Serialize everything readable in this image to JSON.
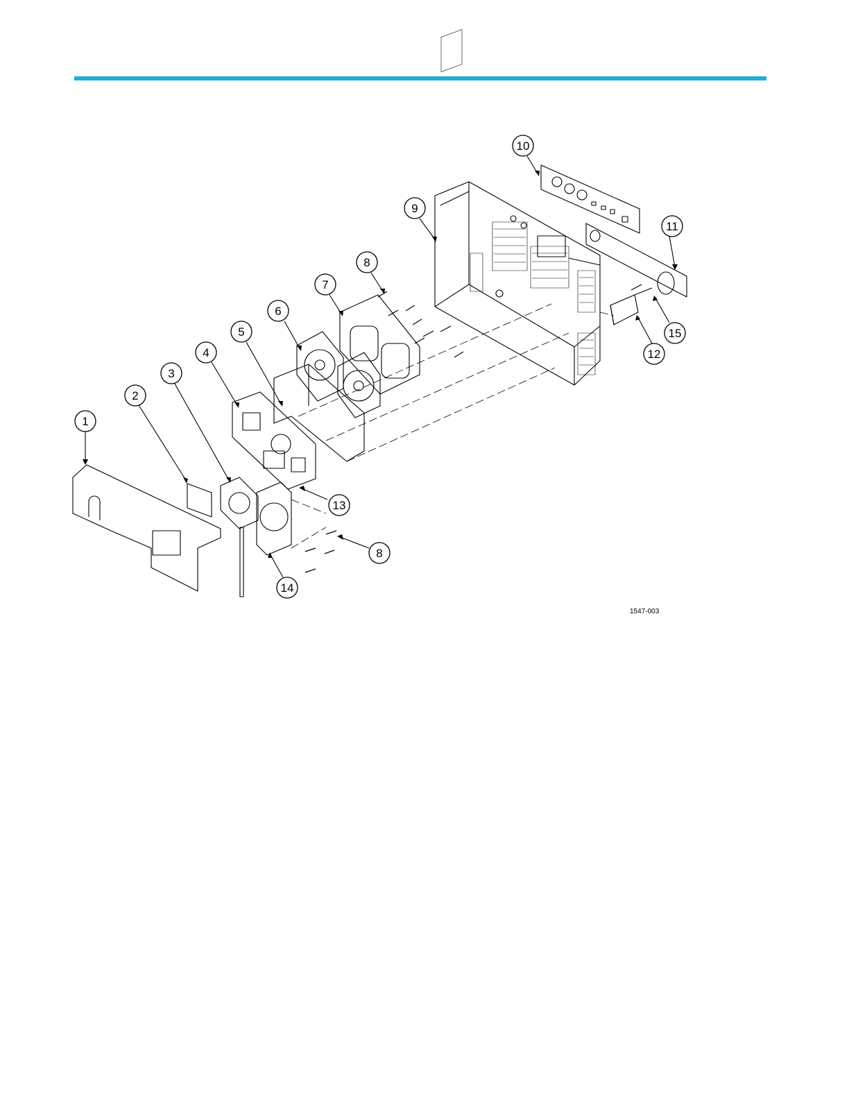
{
  "colors": {
    "rule": "#20aed3",
    "ink": "#000000"
  },
  "figure": {
    "id": "1547-003",
    "callouts": [
      "1",
      "2",
      "3",
      "4",
      "5",
      "6",
      "7",
      "8",
      "9",
      "10",
      "11",
      "12",
      "13",
      "14",
      "15"
    ],
    "callout_8_second": "8"
  }
}
